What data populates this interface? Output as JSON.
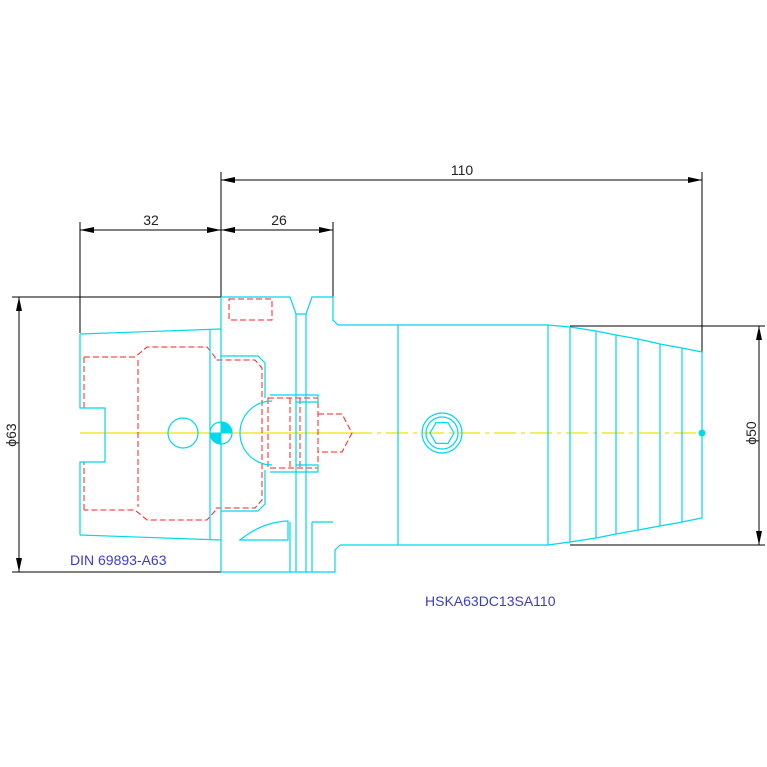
{
  "drawing": {
    "dimensions": {
      "overall_length": "110",
      "taper_length": "32",
      "flange_length": "26",
      "flange_diameter": "ϕ63",
      "body_diameter": "ϕ50"
    },
    "labels": {
      "standard": "DIN 69893-A63",
      "part_number": "HSKA63DC13SA110"
    }
  },
  "colors": {
    "background": "#ffffff",
    "outline": "#00d8ec",
    "hidden_lines": "#ff2020",
    "centerline": "#e6e600",
    "dimension_lines": "#000000",
    "label_text": "#3c3cc8"
  }
}
